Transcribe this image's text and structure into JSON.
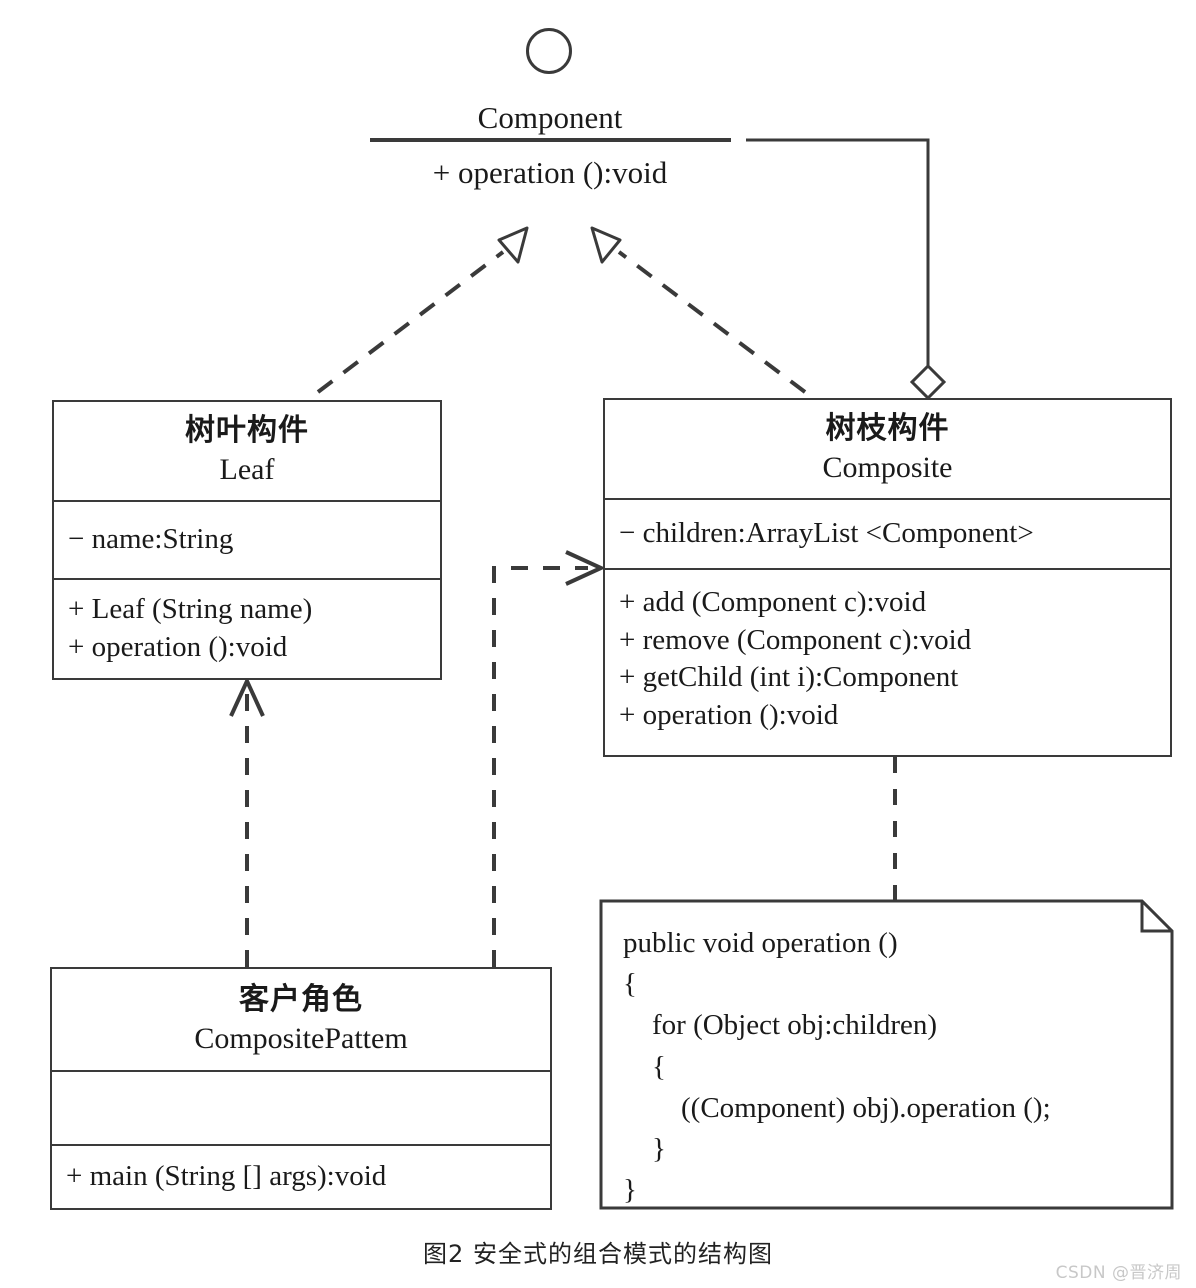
{
  "figure": {
    "caption": "图2 安全式的组合模式的结构图",
    "watermark": "CSDN @晋济周"
  },
  "interface": {
    "name": "Component",
    "icon": "circle-lollipop",
    "operations": [
      "+ operation ():void"
    ],
    "operation_line": "+ operation ():void"
  },
  "classes": {
    "leaf": {
      "title_cn": "树叶构件",
      "title_en": "Leaf",
      "attributes": [
        "− name:String"
      ],
      "attribute_line_1": "− name:String",
      "methods": [
        "+ Leaf (String name)",
        "+ operation ():void"
      ],
      "method_line_1": "+ Leaf (String name)",
      "method_line_2": "+ operation ():void"
    },
    "composite": {
      "title_cn": "树枝构件",
      "title_en": "Composite",
      "attributes": [
        "− children:ArrayList <Component>"
      ],
      "attribute_line_1": "− children:ArrayList <Component>",
      "methods": [
        "+ add (Component c):void",
        "+ remove (Component c):void",
        "+ getChild (int i):Component",
        "+ operation ():void"
      ],
      "method_line_1": "+ add (Component c):void",
      "method_line_2": "+ remove (Component c):void",
      "method_line_3": "+ getChild (int i):Component",
      "method_line_4": "+ operation ():void"
    },
    "client": {
      "title_cn": "客户角色",
      "title_en": "CompositePattem",
      "attributes": [],
      "attribute_line_1": "",
      "methods": [
        "+ main (String [] args):void"
      ],
      "method_line_1": "+ main (String [] args):void"
    }
  },
  "note": {
    "code": "public void operation ()\n{\n    for (Object obj:children)\n    {\n        ((Component) obj).operation ();\n    }\n}"
  },
  "relationships": [
    {
      "name": "leaf-realizes-component",
      "type": "realization",
      "style": "dashed",
      "arrowhead": "hollow-triangle",
      "from": "Leaf",
      "to": "Component"
    },
    {
      "name": "composite-realizes-component",
      "type": "realization",
      "style": "dashed",
      "arrowhead": "hollow-triangle",
      "from": "Composite",
      "to": "Component"
    },
    {
      "name": "component-aggregated-by-composite",
      "type": "aggregation",
      "style": "solid",
      "arrowhead": "hollow-diamond",
      "from": "Component",
      "to": "Composite"
    },
    {
      "name": "client-depends-on-composite",
      "type": "dependency",
      "style": "dashed",
      "arrowhead": "open-arrow",
      "from": "CompositePattem",
      "to": "Composite"
    },
    {
      "name": "client-depends-on-leaf",
      "type": "dependency",
      "style": "dashed",
      "arrowhead": "open-arrow",
      "from": "CompositePattem",
      "to": "Leaf"
    },
    {
      "name": "composite-note-anchor",
      "type": "note-link",
      "style": "dashed",
      "arrowhead": "none",
      "from": "Composite",
      "to": "note"
    }
  ],
  "colors": {
    "stroke": "#3a3a3a",
    "text": "#1a1a1a",
    "background": "#ffffff",
    "watermark": "#c8c8c8"
  }
}
